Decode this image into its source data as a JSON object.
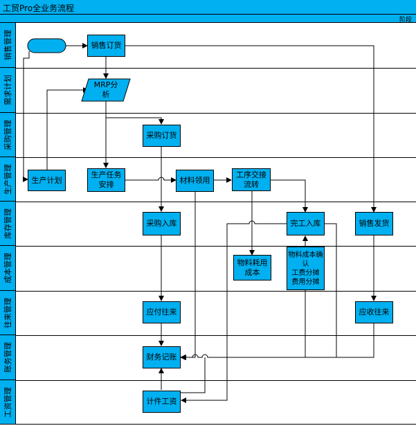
{
  "title": "工贸Pro全业务流程",
  "phase_label": "阶段",
  "lanes": [
    "销售管理",
    "需求计划",
    "采购管理",
    "生产管理",
    "库存管理",
    "成本管理",
    "往来管理",
    "账务管理",
    "工资管理"
  ],
  "nodes": {
    "start": "",
    "sales_order": "销售订货",
    "mrp": "MRP分析",
    "purchase_order": "采购订货",
    "production_plan": "生产计划",
    "production_task": "生产任务安排",
    "material_issue": "材料领用",
    "process_transfer": "工序交接流转",
    "purchase_receipt": "采购入库",
    "finished_receipt": "完工入库",
    "sales_delivery": "销售发货",
    "material_cost": "物料耗用成本",
    "cost_confirm": "物料成本确认\n工费分摊\n费用分摊",
    "payables": "应付往来",
    "receivables": "应收往来",
    "accounting": "财务记账",
    "piece_wage": "计件工资"
  },
  "colors": {
    "fill": "#00b0f0",
    "line": "#000000",
    "background": "#ffffff"
  }
}
